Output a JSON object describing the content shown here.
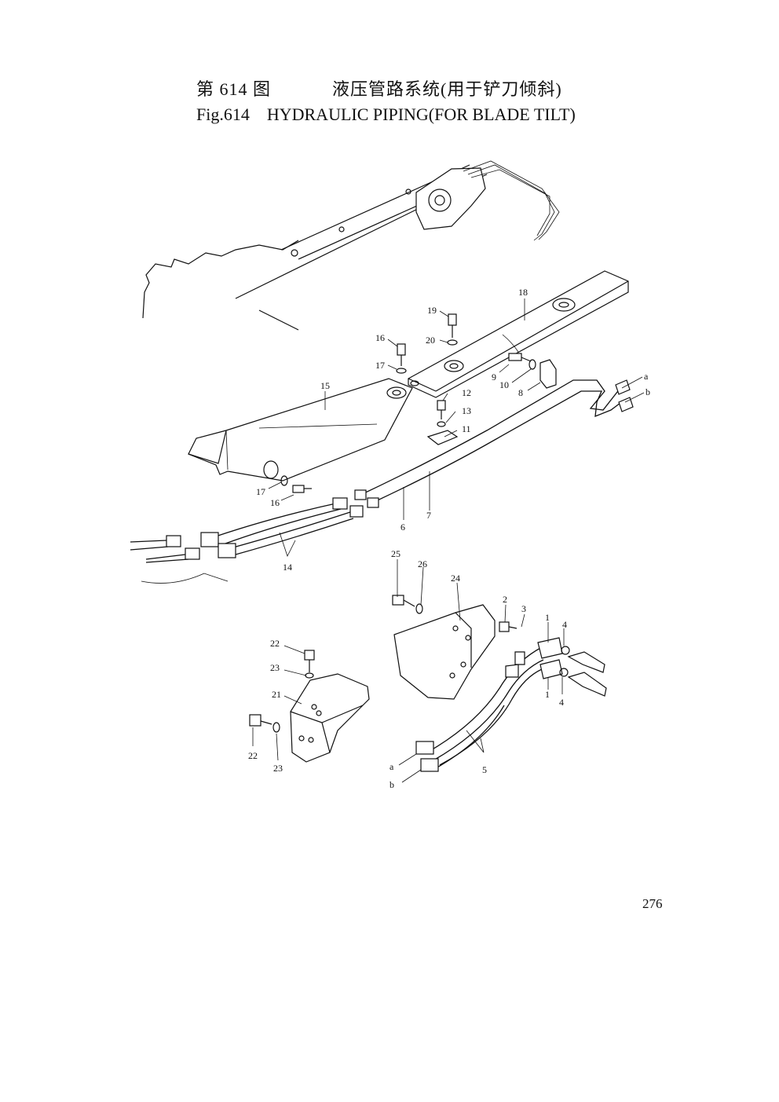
{
  "header": {
    "title_cn": "第 614 图            液压管路系统(用于铲刀倾斜)",
    "title_en": "Fig.614    HYDRAULIC PIPING(FOR BLADE TILT)"
  },
  "page_number": "276",
  "callouts": [
    {
      "id": "c18",
      "label": "18"
    },
    {
      "id": "c19",
      "label": "19"
    },
    {
      "id": "c20",
      "label": "20"
    },
    {
      "id": "c16a",
      "label": "16"
    },
    {
      "id": "c17a",
      "label": "17"
    },
    {
      "id": "c15",
      "label": "15"
    },
    {
      "id": "c12",
      "label": "12"
    },
    {
      "id": "c13",
      "label": "13"
    },
    {
      "id": "c11",
      "label": "11"
    },
    {
      "id": "c9",
      "label": "9"
    },
    {
      "id": "c10",
      "label": "10"
    },
    {
      "id": "c8",
      "label": "8"
    },
    {
      "id": "ca1",
      "label": "a"
    },
    {
      "id": "cb1",
      "label": "b"
    },
    {
      "id": "c17b",
      "label": "17"
    },
    {
      "id": "c16b",
      "label": "16"
    },
    {
      "id": "c6",
      "label": "6"
    },
    {
      "id": "c7",
      "label": "7"
    },
    {
      "id": "c14",
      "label": "14"
    },
    {
      "id": "c25",
      "label": "25"
    },
    {
      "id": "c26",
      "label": "26"
    },
    {
      "id": "c24",
      "label": "24"
    },
    {
      "id": "c2",
      "label": "2"
    },
    {
      "id": "c3",
      "label": "3"
    },
    {
      "id": "c1a",
      "label": "1"
    },
    {
      "id": "c4a",
      "label": "4"
    },
    {
      "id": "c1b",
      "label": "1"
    },
    {
      "id": "c4b",
      "label": "4"
    },
    {
      "id": "c22a",
      "label": "22"
    },
    {
      "id": "c23a",
      "label": "23"
    },
    {
      "id": "c21",
      "label": "21"
    },
    {
      "id": "c22b",
      "label": "22"
    },
    {
      "id": "c23b",
      "label": "23"
    },
    {
      "id": "ca2",
      "label": "a"
    },
    {
      "id": "cb2",
      "label": "b"
    },
    {
      "id": "c5",
      "label": "5"
    }
  ]
}
